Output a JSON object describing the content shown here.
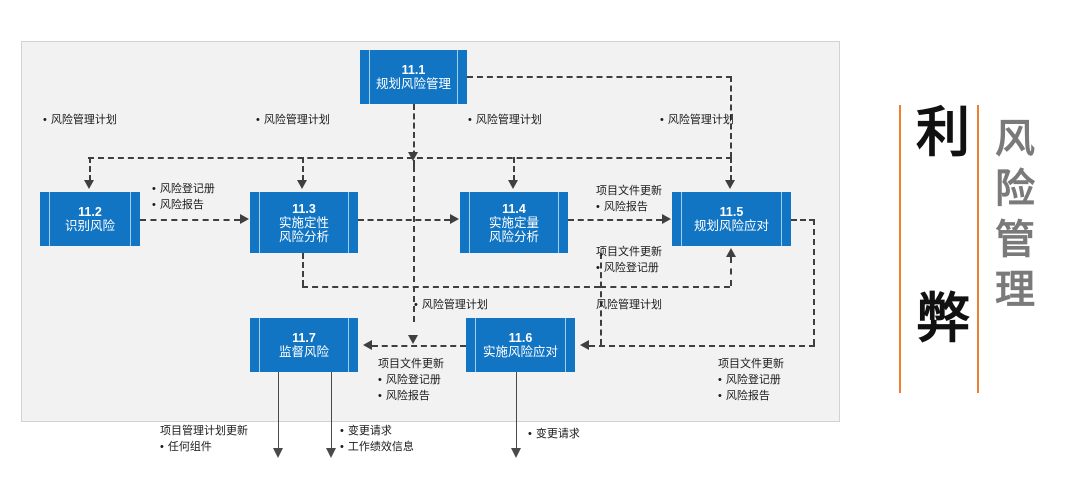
{
  "diagram": {
    "title_block": {
      "left_chars": [
        "利",
        "弊"
      ],
      "right_text": "风险管理",
      "accent_color": "#ef8033",
      "left_color": "#111111",
      "right_color": "#7a7a7a"
    },
    "box_fill": "#1275c4",
    "panel_bg": "#f2f2f2",
    "boxes": [
      {
        "id": "11.1",
        "num": "11.1",
        "name": "规划风险管理"
      },
      {
        "id": "11.2",
        "num": "11.2",
        "name": "识别风险"
      },
      {
        "id": "11.3",
        "num": "11.3",
        "name_1": "实施定性",
        "name_2": "风险分析"
      },
      {
        "id": "11.4",
        "num": "11.4",
        "name_1": "实施定量",
        "name_2": "风险分析"
      },
      {
        "id": "11.5",
        "num": "11.5",
        "name": "规划风险应对"
      },
      {
        "id": "11.6",
        "num": "11.6",
        "name": "实施风险应对"
      },
      {
        "id": "11.7",
        "num": "11.7",
        "name": "监督风险"
      }
    ],
    "labels": {
      "plan_a": "风险管理计划",
      "plan_b": "风险管理计划",
      "plan_c": "风险管理计划",
      "plan_d": "风险管理计划",
      "plan_mid": "风险管理计划",
      "plan_low_right": "风险管理计划",
      "reg_report_1": "风险登记册",
      "reg_report_2": "风险报告",
      "doc_update_top": "项目文件更新",
      "doc_update_top_item": "风险报告",
      "doc_update_bot": "项目文件更新",
      "doc_update_bot_item": "风险登记册",
      "mon_doc_update": "项目文件更新",
      "mon_item_1": "风险登记册",
      "mon_item_2": "风险报告",
      "right_doc_update": "项目文件更新",
      "right_item_1": "风险登记册",
      "right_item_2": "风险报告",
      "out_pm_plan_update": "项目管理计划更新",
      "out_pm_plan_item": "任何组件",
      "out_change_1": "变更请求",
      "out_work_perf": "工作绩效信息",
      "out_change_2": "变更请求"
    }
  }
}
